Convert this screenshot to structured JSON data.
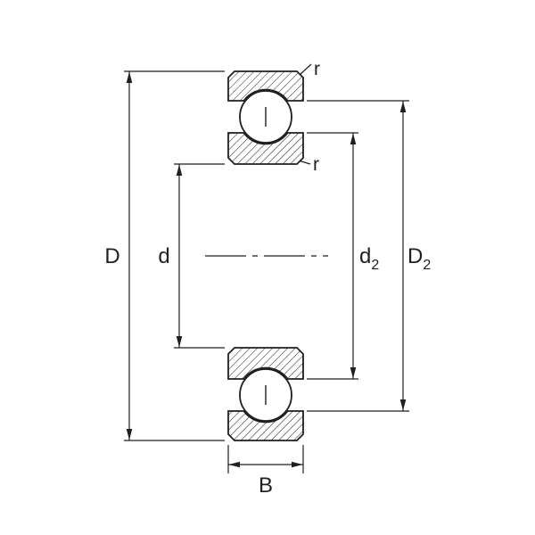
{
  "drawing": {
    "type": "bearing-cross-section-dimension-diagram",
    "colors": {
      "line": "#1f1f1f",
      "background": "#ffffff"
    },
    "labels": {
      "outer_diameter": "D",
      "bore_diameter": "d",
      "recess_inner": {
        "base": "d",
        "sub": "2"
      },
      "recess_outer": {
        "base": "D",
        "sub": "2"
      },
      "width": "B",
      "chamfer_outer": "r",
      "chamfer_bore": "r"
    }
  }
}
